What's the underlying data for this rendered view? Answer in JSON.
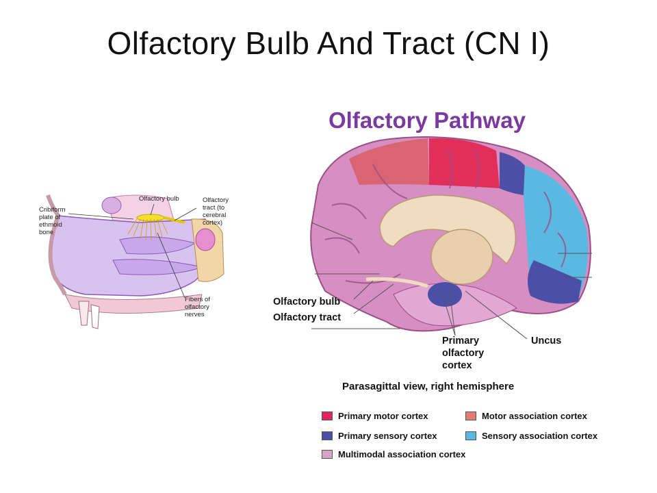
{
  "slide": {
    "title": "Olfactory Bulb And Tract (CN I)"
  },
  "nose_figure": {
    "labels": {
      "cribriform": [
        "Cribiform",
        "plate of",
        "ethmoid",
        "bone"
      ],
      "bulb": "Olfactory bulb",
      "tract": [
        "Olfactory",
        "tract (to",
        "cerebral",
        "cortex)"
      ],
      "fibers": [
        "Fibers of",
        "olfactory",
        "nerves"
      ]
    }
  },
  "brain_figure": {
    "heading": "Olfactory Pathway",
    "labels": {
      "bulb": "Olfactory bulb",
      "tract": "Olfactory tract",
      "primary": [
        "Primary",
        "olfactory",
        "cortex"
      ],
      "uncus": "Uncus"
    },
    "caption": "Parasagittal view, right hemisphere",
    "legend": [
      {
        "label": "Primary motor cortex",
        "color": "#e0245e"
      },
      {
        "label": "Motor association cortex",
        "color": "#e27a7a"
      },
      {
        "label": "Primary sensory cortex",
        "color": "#4b4fa6"
      },
      {
        "label": "Sensory association cortex",
        "color": "#5bb8e0"
      },
      {
        "label": "Multimodal association cortex",
        "color": "#d7a3c9"
      }
    ]
  },
  "colors": {
    "heading_purple": "#7b3aa0",
    "cortex_pink": "#d68ec3",
    "motor_association": "#d9626e",
    "primary_motor": "#e02f5a",
    "primary_sensory": "#4b4fa6",
    "sensory_association": "#5bb8e0",
    "corpus_callosum": "#f0dcc0",
    "olfactory_bulb_yellow": "#f4e02a"
  }
}
